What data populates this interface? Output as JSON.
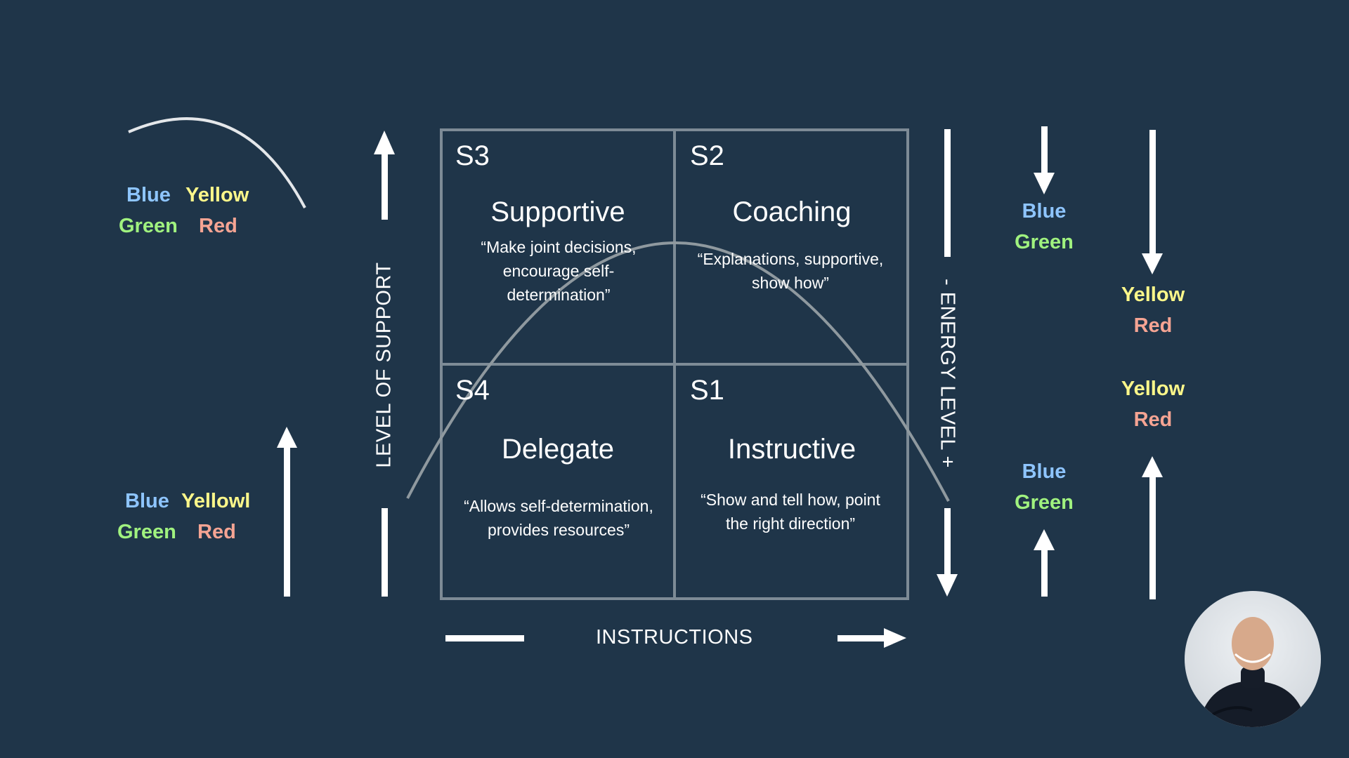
{
  "colors": {
    "background": "#1f3549",
    "blue": "#8ec5ff",
    "yellow": "#fcf78a",
    "green": "#a0f27f",
    "red": "#f5a493",
    "grid_line": "#7d8b96",
    "curve": "#8f999f"
  },
  "left_groups": [
    {
      "blue": "Blue",
      "yellow": "Yellow",
      "green": "Green",
      "red": "Red"
    },
    {
      "blue": "Blue",
      "yellow": "Yellowl",
      "green": "Green",
      "red": "Red"
    }
  ],
  "axes": {
    "support": "LEVEL OF SUPPORT",
    "energy": "- ENERGY LEVEL +",
    "instructions": "INSTRUCTIONS"
  },
  "quadrants": {
    "s3": {
      "id": "S3",
      "title": "Supportive",
      "quote": "“Make joint decisions, encourage self-determination”"
    },
    "s2": {
      "id": "S2",
      "title": "Coaching",
      "quote": "“Explanations, supportive, show how”"
    },
    "s4": {
      "id": "S4",
      "title": "Delegate",
      "quote": "“Allows self-determination, provides resources”"
    },
    "s1": {
      "id": "S1",
      "title": "Instructive",
      "quote": "“Show and tell how, point the right direction”"
    }
  },
  "right_column_1": {
    "top": {
      "blue": "Blue",
      "green": "Green"
    },
    "bottom": {
      "blue": "Blue",
      "green": "Green"
    }
  },
  "right_column_2": {
    "top": {
      "yellow": "Yellow",
      "red": "Red"
    },
    "bottom": {
      "yellow": "Yellow",
      "red": "Red"
    }
  },
  "icons": {
    "avatar": "presenter-avatar"
  }
}
